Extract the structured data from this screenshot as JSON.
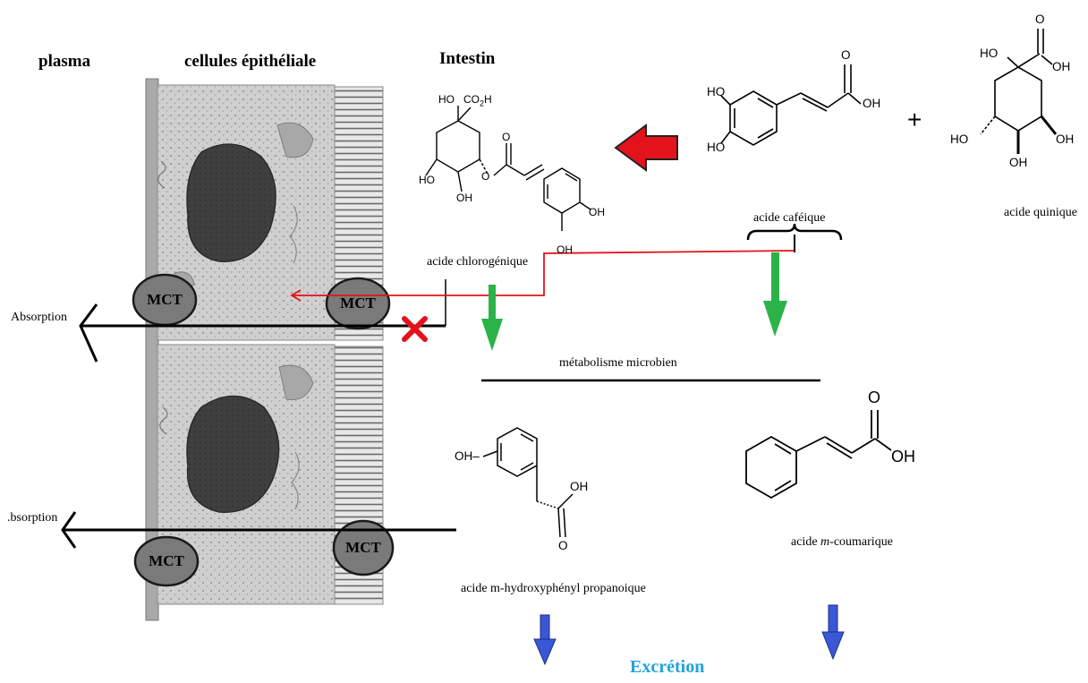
{
  "headers": {
    "plasma": "plasma",
    "epithelial": "cellules épithéliale",
    "intestine": "Intestin"
  },
  "compounds": {
    "chlorogenic": "acide chlorogénique",
    "caffeic": "acide caféique",
    "quinic": "acide quinique",
    "hydroxyphenyl": "acide m-hydroxyphényl propanoique",
    "coumaric_prefix": "acide ",
    "coumaric_italic": "m",
    "coumaric_suffix": "-coumarique"
  },
  "process": {
    "microbial": "métabolisme microbien",
    "excretion": "Excrétion",
    "absorption_top": "Absorption",
    "absorption_bottom": ".bsorption",
    "transporter": "MCT",
    "plus": "+"
  },
  "atoms": {
    "ho": "HO",
    "oh": "OH",
    "o": "O",
    "co2h": "CO",
    "co2h_sub": "2",
    "co2h_h": "H",
    "oh_dash": "OH–"
  },
  "colors": {
    "red_arrow": "#e3121b",
    "green_arrow": "#2bb34a",
    "blue_arrow": "#3a57d6",
    "excretion_text": "#1fa3dc",
    "cell": "#c9c9c9",
    "nucleus": "#3b3b3b",
    "mct": "#7a7a7a"
  }
}
